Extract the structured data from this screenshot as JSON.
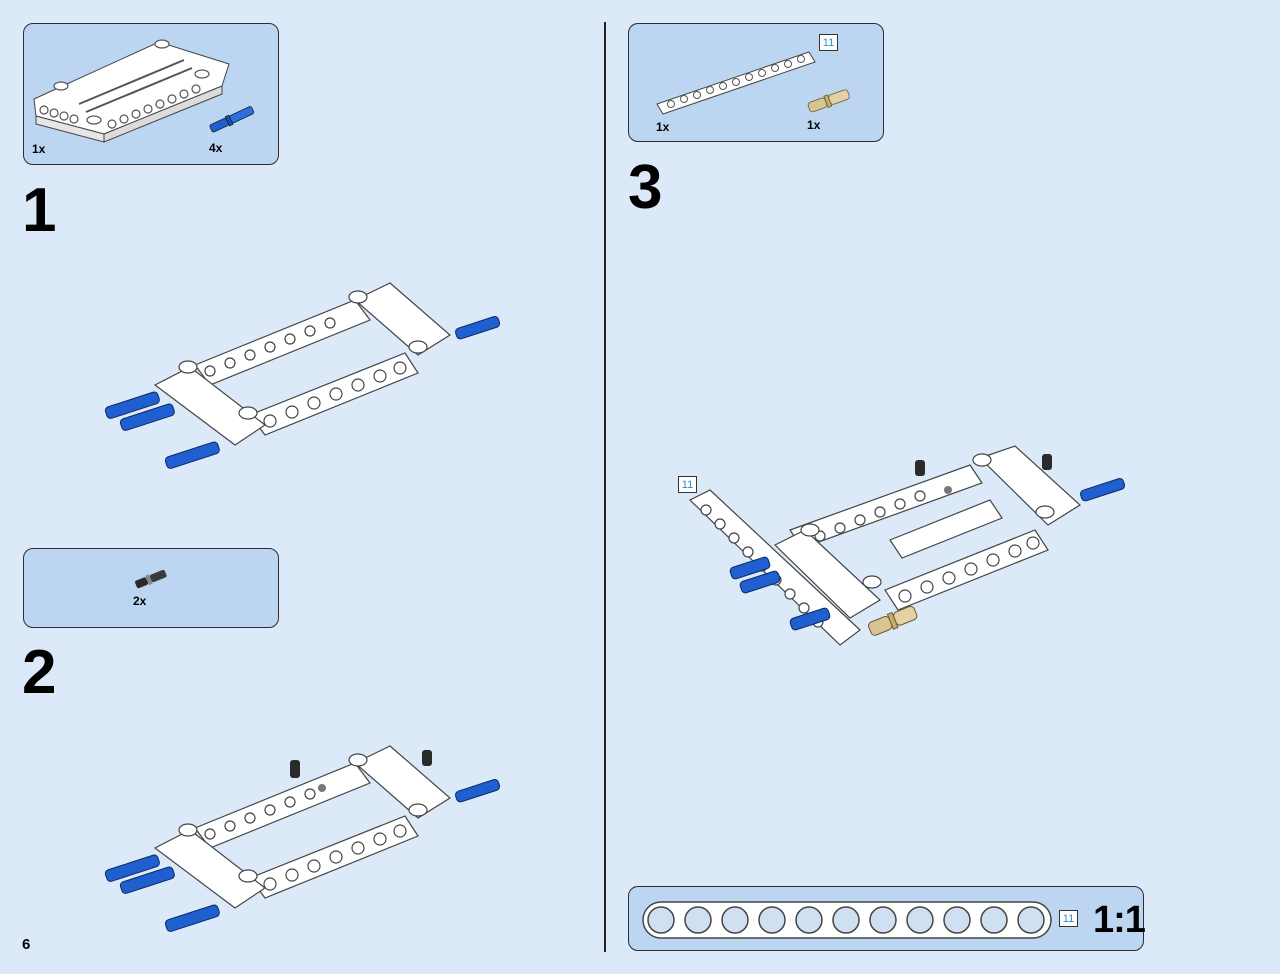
{
  "page_number": "6",
  "steps": [
    {
      "number": "1",
      "parts": [
        {
          "quantity": "1x"
        },
        {
          "quantity": "4x"
        }
      ]
    },
    {
      "number": "2",
      "parts": [
        {
          "quantity": "2x"
        }
      ]
    },
    {
      "number": "3",
      "parts": [
        {
          "quantity": "1x"
        },
        {
          "quantity": "1x",
          "length": "11"
        }
      ],
      "callout_length": "11"
    }
  ],
  "ruler": {
    "length": "11",
    "scale": "1:1"
  },
  "colors": {
    "background": "#dce9f8",
    "parts_box": "#bcd6f2",
    "blue_pin": "#1f5fcf",
    "tan_pin": "#d9c594",
    "length_text": "#2a8fc5"
  }
}
